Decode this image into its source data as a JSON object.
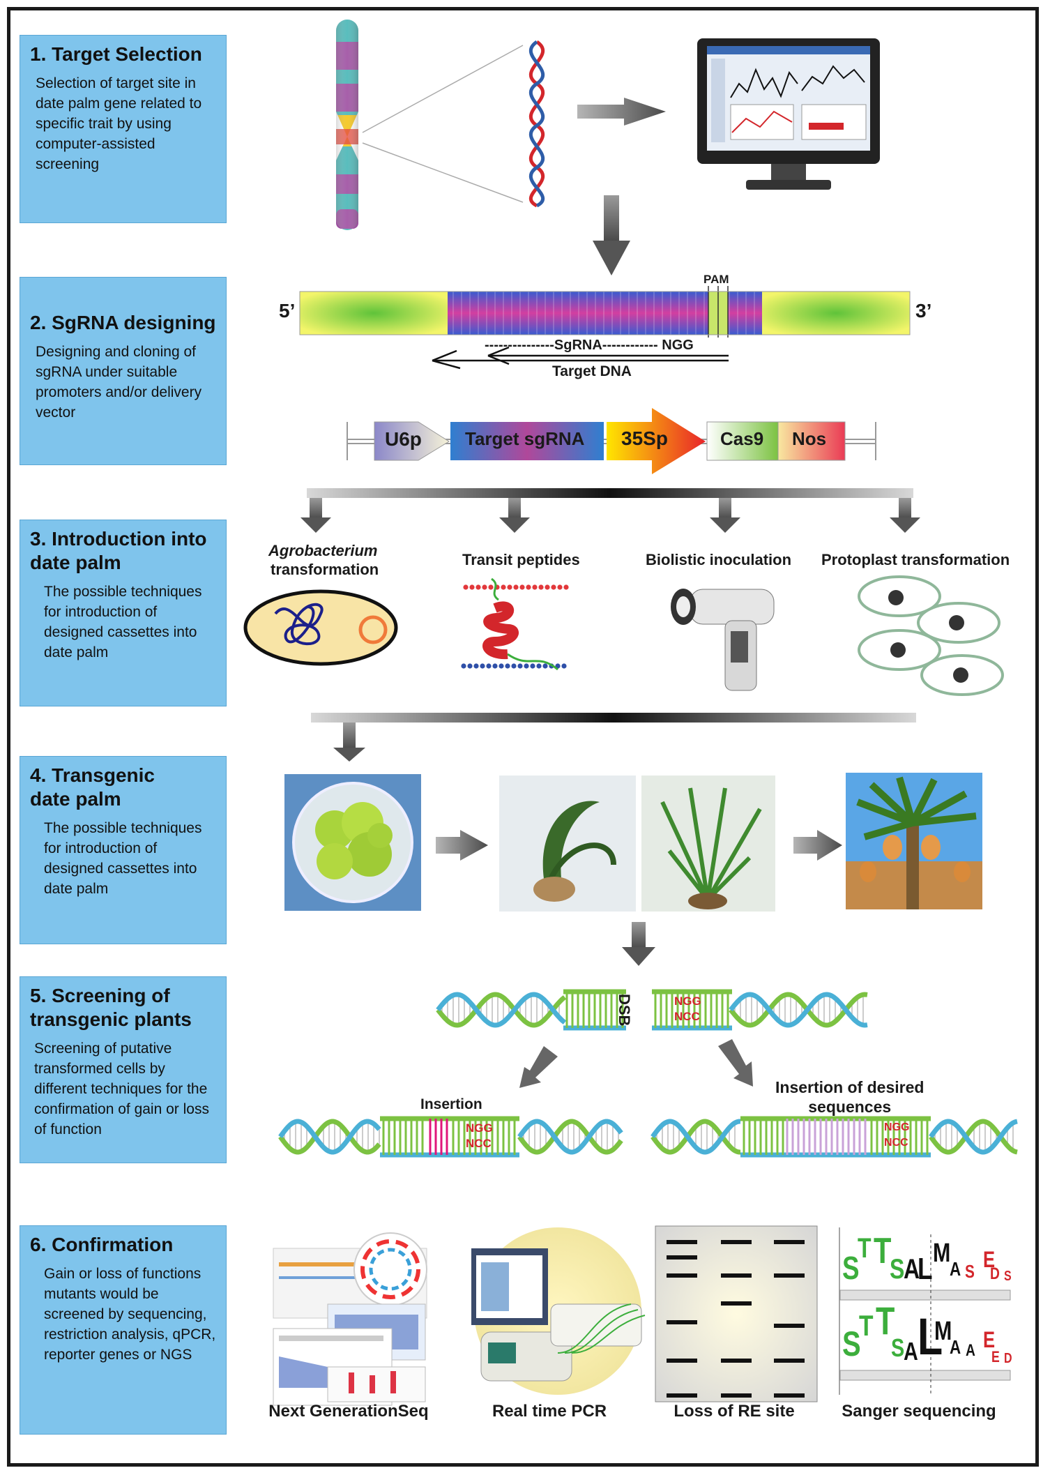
{
  "steps": [
    {
      "title": "1. Target Selection",
      "desc": "Selection of target site in date palm gene related to specific trait by using computer-assisted screening"
    },
    {
      "title": "2. SgRNA designing",
      "desc": "Designing and cloning of sgRNA under suitable promoters and/or delivery vector"
    },
    {
      "title": "3. Introduction into\n    date palm",
      "desc": "The possible techniques for introduction of designed cassettes into date palm"
    },
    {
      "title": "4. Transgenic\n    date palm",
      "desc": "The possible techniques for introduction of designed cassettes into date palm"
    },
    {
      "title": "5. Screening of\n    transgenic plants",
      "desc": "Screening of putative transformed cells by different techniques for the confirmation of gain or loss of function"
    },
    {
      "title": "6. Confirmation",
      "desc": "Gain or loss of functions mutants would be screened by sequencing, restriction analysis, qPCR, reporter genes or NGS"
    }
  ],
  "sgrna": {
    "pam": "PAM",
    "five_prime": "5’",
    "three_prime": "3’",
    "sgrna_line": "---------------SgRNA------------ NGG",
    "target_dna": "Target DNA"
  },
  "cassette": {
    "u6p": "U6p",
    "target_sgrna": "Target sgRNA",
    "p35s": "35Sp",
    "cas9": "Cas9",
    "nos": "Nos"
  },
  "methods": {
    "agro_italic": "Agrobacterium",
    "agro_rest": "transformation",
    "transit": "Transit peptides",
    "biolistic": "Biolistic inoculation",
    "protoplast": "Protoplast transformation"
  },
  "dna": {
    "dsb": "DSB",
    "ngg": "NGG",
    "ncc": "NCC",
    "insertion": "Insertion",
    "insertion_desired": "Insertion of desired\nsequences"
  },
  "confirmation": {
    "ngs": "Next GenerationSeq",
    "qpcr": "Real time PCR",
    "re": "Loss of RE site",
    "sanger": "Sanger sequencing"
  },
  "colors": {
    "step_box": "#7fc4ec",
    "arrow": "#6b6b6b",
    "dna_green": "#7cc242",
    "dna_blue": "#4ab0d6"
  }
}
